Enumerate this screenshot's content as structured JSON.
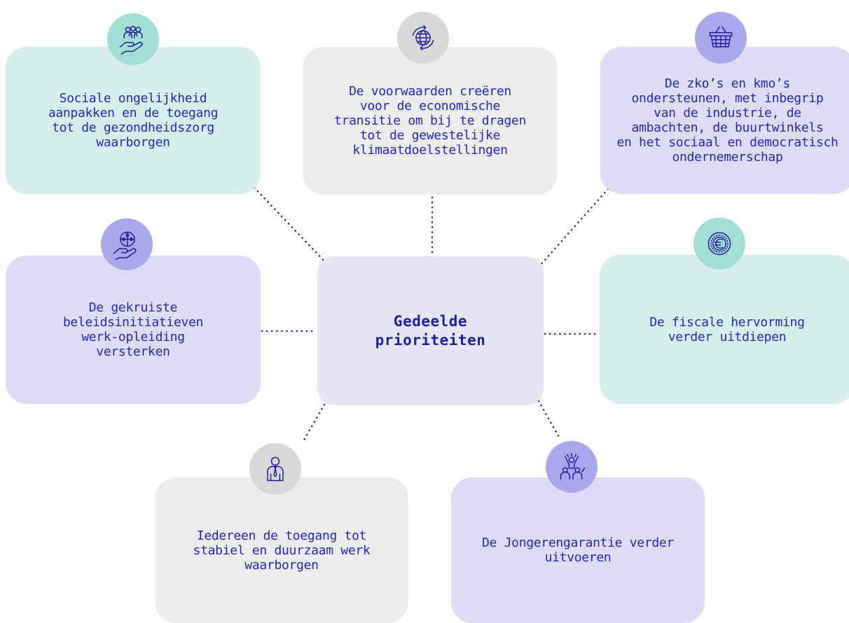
{
  "center": {
    "label_line1": "Gedeelde",
    "label_line2": "prioriteiten"
  },
  "priorities": [
    {
      "id": "social",
      "icon": "hand-people-icon",
      "lines": [
        "Sociale ongelijkheid",
        "aanpakken en de toegang",
        "tot de gezondheidszorg",
        "waarborgen"
      ]
    },
    {
      "id": "economic",
      "icon": "globe-arrows-icon",
      "lines": [
        "De voorwaarden creëren",
        "voor de economische",
        "transitie om bij te dragen",
        "tot de gewestelijke",
        "klimaatdoelstellingen"
      ]
    },
    {
      "id": "sme",
      "icon": "basket-icon",
      "lines": [
        "De zko’s en kmo’s",
        "ondersteunen, met inbegrip",
        "van de industrie, de",
        "ambachten, de buurtwinkels",
        "en het sociaal en democratisch",
        "ondernemerschap"
      ]
    },
    {
      "id": "policy",
      "icon": "hand-puzzle-icon",
      "lines": [
        "De gekruiste",
        "beleidsinitiatieven",
        "werk-opleiding",
        "versterken"
      ]
    },
    {
      "id": "fiscal",
      "icon": "euro-coin-icon",
      "lines": [
        "De fiscale hervorming",
        "verder uitdiepen"
      ]
    },
    {
      "id": "work",
      "icon": "person-tie-icon",
      "lines": [
        "Iedereen de toegang tot",
        "stabiel en duurzaam werk",
        "waarborgen"
      ]
    },
    {
      "id": "youth",
      "icon": "youth-cheer-icon",
      "lines": [
        "De Jongerengarantie verder",
        "uitvoeren"
      ]
    }
  ],
  "colors": {
    "text": "#2424c8",
    "connector": "#1f1f9e",
    "teal_box": "#d6efec",
    "grey_box": "#ececec",
    "lavender_box": "#dddcf4",
    "center_box": "#e6e5f8",
    "teal_icon": "#a3ded6",
    "grey_icon": "#d8d8d8",
    "lavender_icon": "#aaa8ea"
  }
}
